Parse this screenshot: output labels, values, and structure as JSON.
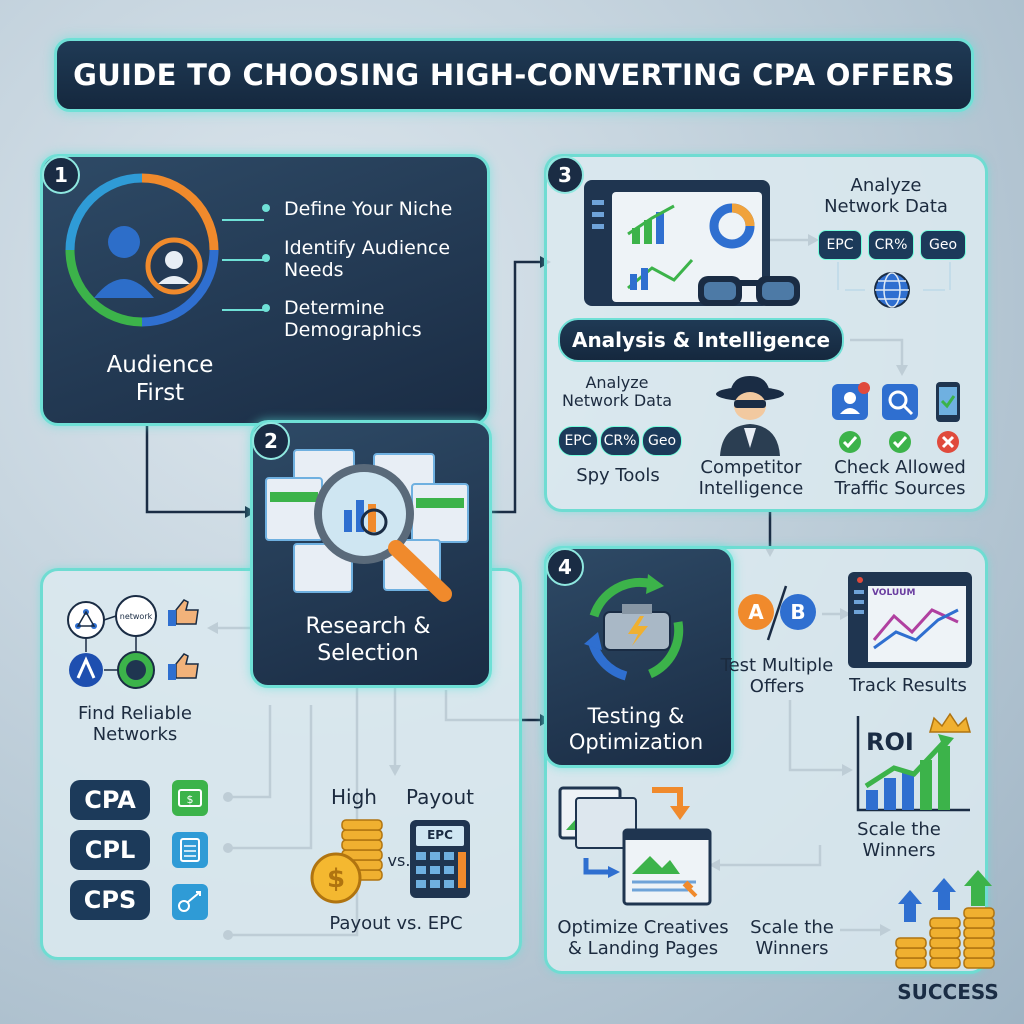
{
  "title": "GUIDE TO CHOOSING HIGH-CONVERTING CPA OFFERS",
  "steps": {
    "s1": {
      "num": "1",
      "label_line1": "Audience",
      "label_line2": "First",
      "bullets": [
        "Define Your Niche",
        "Identify Audience Needs",
        "Determine Demographics"
      ]
    },
    "s2": {
      "num": "2",
      "label_line1": "Research &",
      "label_line2": "Selection"
    },
    "s3": {
      "num": "3",
      "heading": "Analysis & Intelligence",
      "network_label": "Analyze Network Data",
      "metrics": [
        "EPC",
        "CR%",
        "Geo"
      ],
      "spy_label": "Spy Tools",
      "competitor_label": "Competitor Intelligence",
      "traffic_label": "Check Allowed Traffic Sources"
    },
    "s4": {
      "num": "4",
      "label_line1": "Testing &",
      "label_line2": "Optimization",
      "test_label": "Test Multiple Offers",
      "track_label": "Track Results",
      "tracker_brand": "VOLUUM",
      "roi_label": "ROI",
      "scale_label": "Scale the Winners",
      "creatives_label": "Optimize Creatives & Landing Pages",
      "scale_label_2": "Scale the Winners",
      "success_label": "SUCCESS",
      "ab": [
        "A",
        "B"
      ]
    }
  },
  "left_panel": {
    "network_icon_text": "network",
    "networks_label": "Find Reliable Networks",
    "models": [
      "CPA",
      "CPL",
      "CPS"
    ],
    "high": "High",
    "payout": "Payout",
    "vs": "vs.",
    "epc": "EPC",
    "payout_vs_epc": "Payout vs. EPC"
  },
  "colors": {
    "accent": "#6fe0d6",
    "navy": "#1a2c44",
    "orange": "#f08a2c",
    "green": "#3cb34a",
    "blue": "#2f6fd0"
  }
}
